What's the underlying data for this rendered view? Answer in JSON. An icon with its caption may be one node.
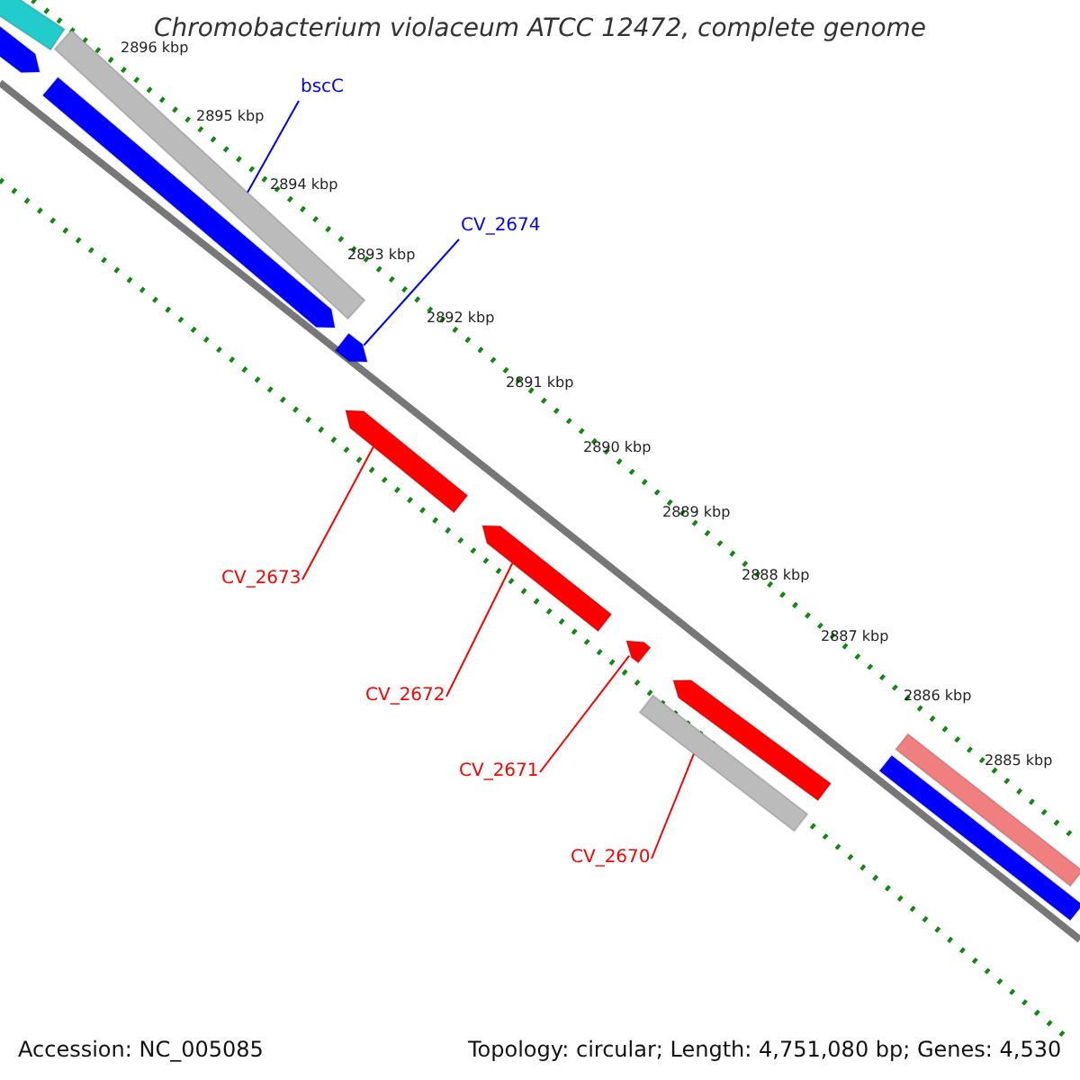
{
  "diagram": {
    "title": "Chromobacterium violaceum ATCC 12472, complete genome",
    "nodes": [
      {
        "text": [
          "bscC"
        ]
      },
      {
        "text": [],
        "shape": "bar"
      },
      {
        "text": [
          "CV_2674"
        ]
      },
      {
        "text": [],
        "shape": "bar"
      },
      {
        "text": [
          "CV_2673"
        ]
      },
      {
        "text": [],
        "shape": "bar"
      },
      {
        "text": [
          "CV_2672"
        ]
      },
      {
        "text": [],
        "shape": "bar"
      },
      {
        "text": [
          "CV_2671"
        ]
      },
      {
        "text": [],
        "shape": "bar"
      },
      {
        "text": [
          "CV_2670"
        ]
      },
      {
        "text": [],
        "shape": "bar"
      },
      {
        "text": [],
        "shape": "bar"
      },
      {
        "text": [],
        "shape": "bar"
      },
      {
        "text": [],
        "shape": "bar"
      },
      {
        "text": [],
        "shape": "bar"
      },
      {
        "text": [],
        "shape": "bar"
      },
      {
        "text": [],
        "shape": "bar"
      }
    ],
    "edges": [
      {
        "from": 0,
        "to": 1,
        "arrow": "none",
        "color": "#0000ff"
      },
      {
        "from": 2,
        "to": 3,
        "arrow": "none",
        "color": "#0000ff"
      },
      {
        "from": 4,
        "to": 5,
        "arrow": "none"
      },
      {
        "from": 6,
        "to": 7,
        "arrow": "none"
      },
      {
        "from": 8,
        "to": 9,
        "arrow": "none"
      },
      {
        "from": 10,
        "to": 11,
        "arrow": "none"
      }
    ],
    "labels": [
      "2896 kbp",
      "2895 kbp",
      "2894 kbp",
      "2893 kbp",
      "2892 kbp",
      "2891 kbp",
      "2890 kbp",
      "2889 kbp",
      "2888 kbp",
      "2887 kbp",
      "2886 kbp",
      "2885 kbp",
      "Accession: NC_005085",
      "Topology: circular; Length: 4,751,080 bp; Genes: 4,530"
    ]
  }
}
